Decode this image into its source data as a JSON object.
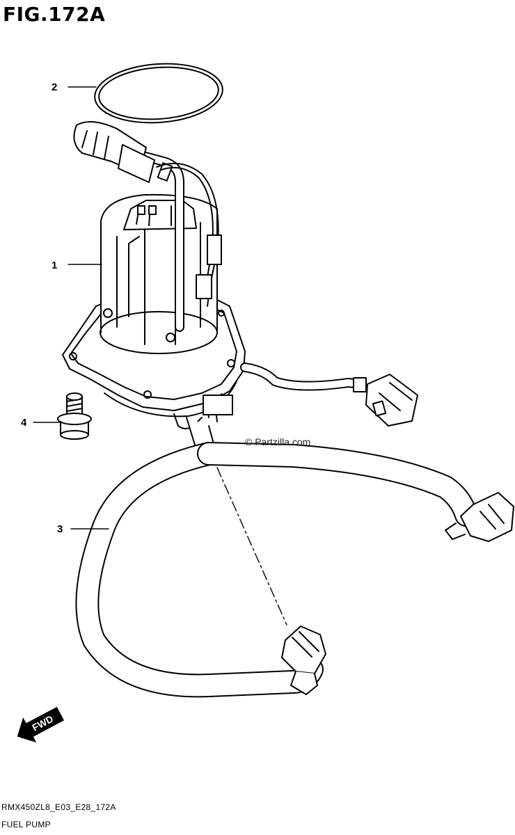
{
  "figure": {
    "title": "FIG.172A"
  },
  "callouts": [
    {
      "number": "1"
    },
    {
      "number": "2"
    },
    {
      "number": "3"
    },
    {
      "number": "4"
    }
  ],
  "watermark": "© Partzilla.com",
  "direction_badge": {
    "label": "FWD"
  },
  "footer": {
    "model_code": "RMX450ZL8_E03_E28_172A",
    "section_name": "FUEL PUMP"
  }
}
